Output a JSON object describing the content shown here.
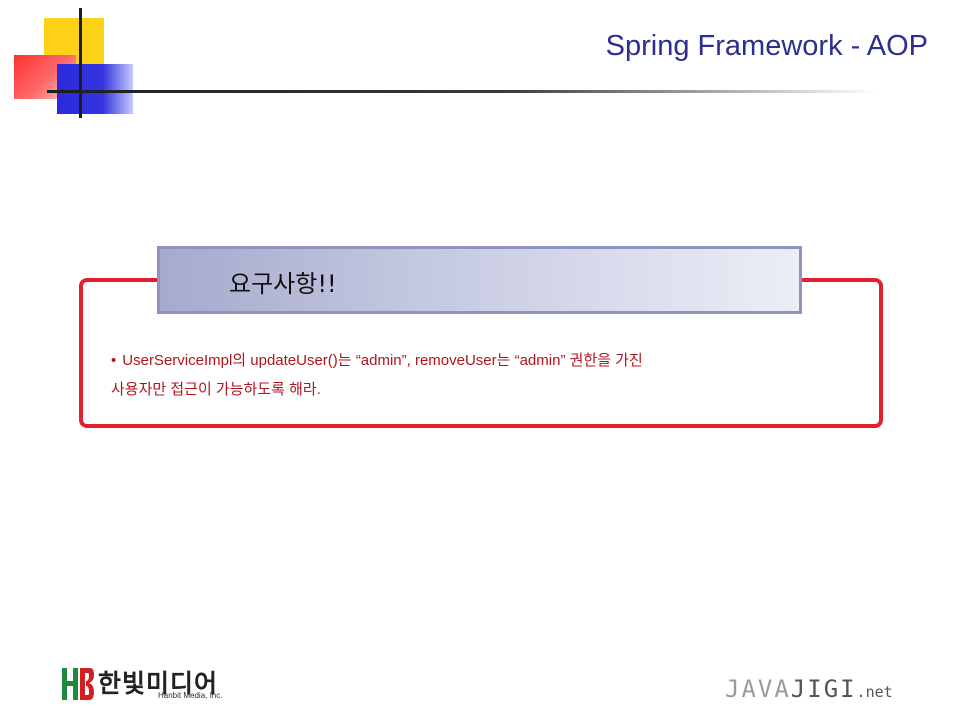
{
  "slide": {
    "title": "Spring Framework - AOP"
  },
  "section": {
    "header": "요구사항!!",
    "bullet_marker": "•",
    "bullet_line1": "UserServiceImpl의 updateUser()는 “admin”, removeUser는 “admin” 권한을 가진",
    "bullet_line2": "사용자만 접근이 가능하도록 해라."
  },
  "footer": {
    "publisher_korean": "한빛미디어",
    "publisher_english": "Hanbit Media, Inc.",
    "site_part1": "JAVA",
    "site_part2": "JIGI",
    "site_part3": ".net"
  },
  "colors": {
    "title": "#2c2f8f",
    "frame_border": "#e3202f",
    "bullet_text": "#b0151f",
    "header_border": "#8d94bf",
    "deco_yellow": "#ffd21a",
    "deco_red": "#ff3030",
    "deco_blue": "#2a2ad8"
  },
  "icons": [
    "hanbit-logo-icon"
  ]
}
